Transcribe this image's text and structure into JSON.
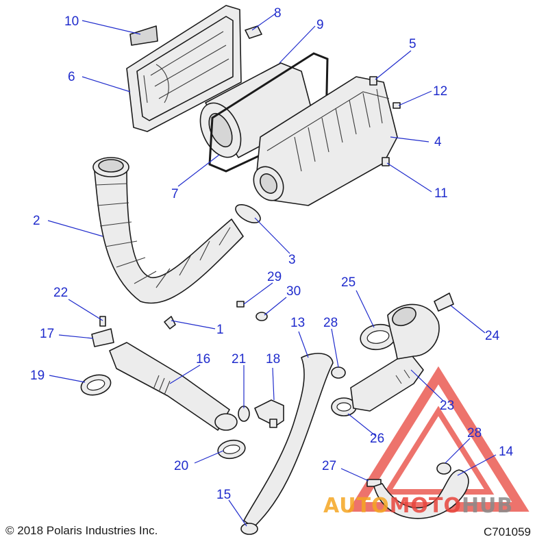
{
  "diagram": {
    "callouts": [
      "1",
      "2",
      "3",
      "4",
      "5",
      "6",
      "7",
      "8",
      "9",
      "10",
      "11",
      "12",
      "13",
      "14",
      "15",
      "16",
      "17",
      "18",
      "19",
      "20",
      "21",
      "22",
      "23",
      "24",
      "25",
      "26",
      "27",
      "28",
      "28",
      "29",
      "30"
    ]
  },
  "footer": {
    "copyright": "© 2018 Polaris Industries Inc.",
    "drawing_code": "C701059"
  },
  "watermark": {
    "part1": "AUTO",
    "part2": "MOTO",
    "part3": "HUB",
    "colors": {
      "orange": "#f5a623",
      "red": "#e8453c",
      "gray": "#8a8a8a"
    }
  },
  "colors": {
    "callout": "#1f2bcc",
    "line": "#1a1a1a"
  }
}
